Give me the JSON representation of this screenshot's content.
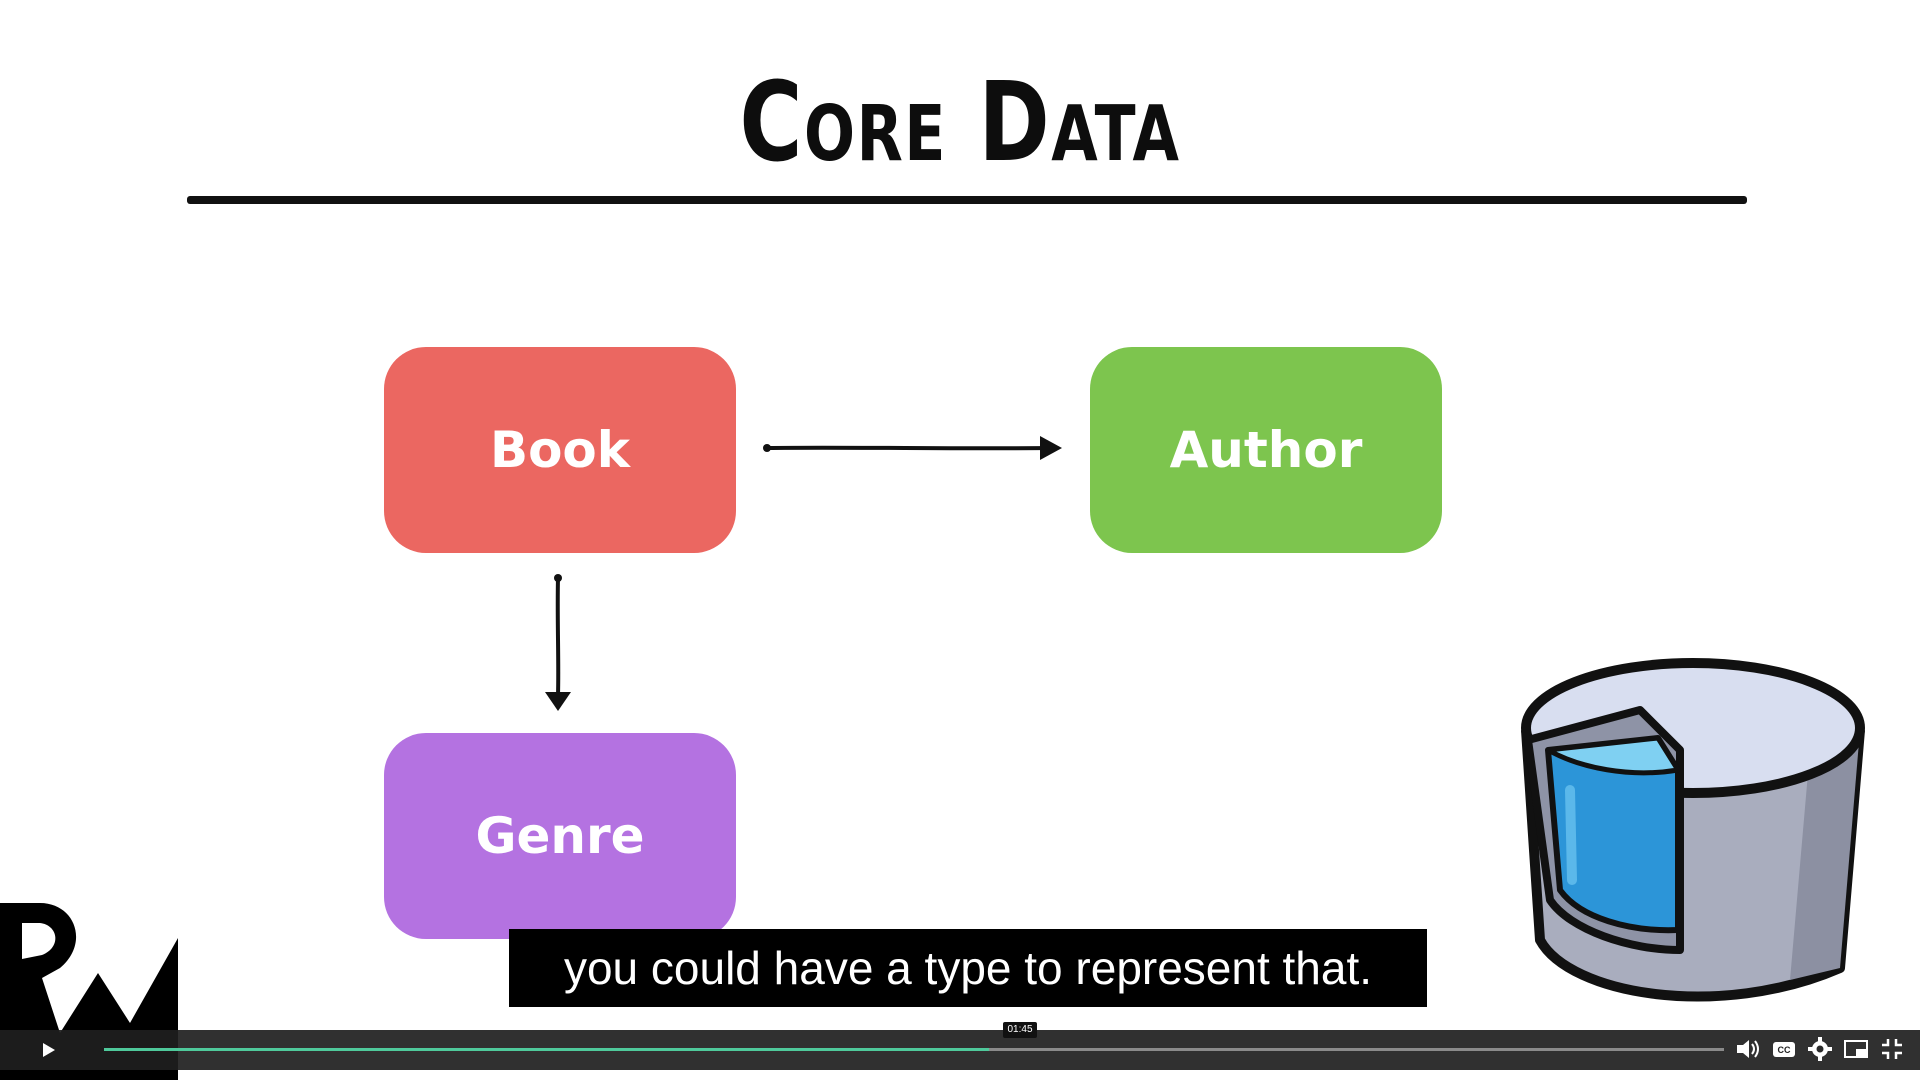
{
  "slide": {
    "title": "Core Data",
    "entities": {
      "book": {
        "label": "Book",
        "color": "#EB6761"
      },
      "author": {
        "label": "Author",
        "color": "#7DC54E"
      },
      "genre": {
        "label": "Genre",
        "color": "#B472E1"
      }
    }
  },
  "caption": {
    "text": "you could have a type to represent that."
  },
  "player": {
    "time_label": "01:45",
    "progress": 0.546,
    "accent": "#4FC99B",
    "controls": [
      "play-icon",
      "volume-icon",
      "closed-captions-icon",
      "settings-gear-icon",
      "picture-in-picture-icon",
      "exit-fullscreen-icon"
    ],
    "cc_label": "CC"
  }
}
